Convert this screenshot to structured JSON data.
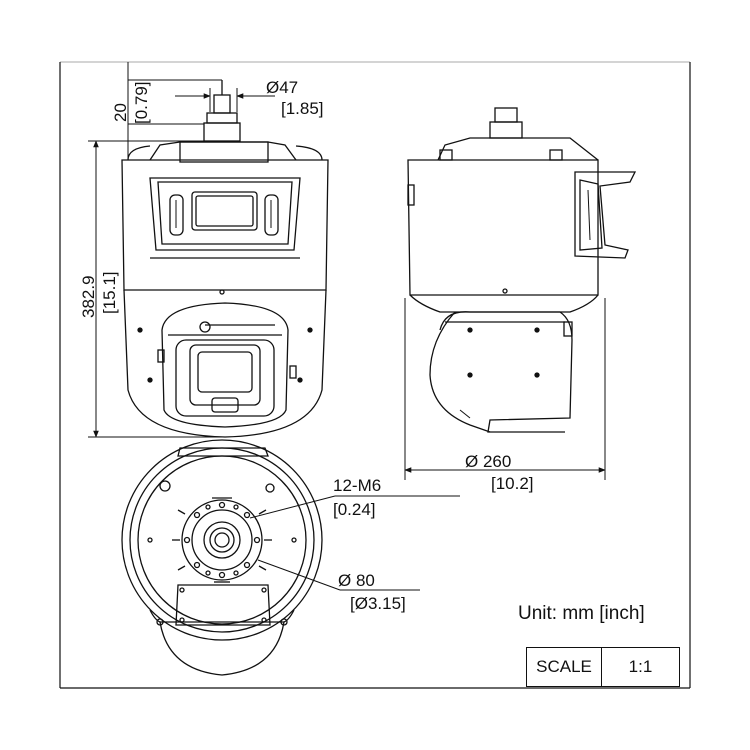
{
  "dimensions": {
    "top_height_mm": "20",
    "top_height_in": "[0.79]",
    "top_dia_mm": "Ø47",
    "top_dia_in": "[1.85]",
    "total_height_mm": "382.9",
    "total_height_in": "[15.1]",
    "width_mm": "Ø  260",
    "width_in": "[10.2]",
    "bolt_mm": "12-M6",
    "bolt_in": "[0.24]",
    "circle_mm": "Ø 80",
    "circle_in": "[Ø3.15]"
  },
  "unit_note": "Unit: mm [inch]",
  "scale": {
    "label": "SCALE",
    "value": "1:1"
  }
}
